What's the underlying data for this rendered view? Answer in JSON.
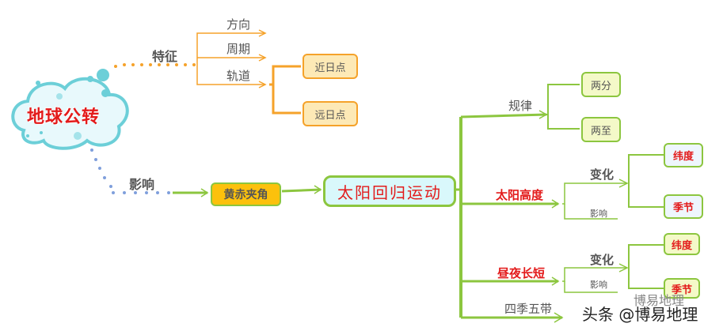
{
  "root": {
    "label": "地球公转"
  },
  "feature_branch": {
    "label": "特征",
    "children": [
      {
        "label": "方向"
      },
      {
        "label": "周期"
      },
      {
        "label": "轨道",
        "children": [
          {
            "label": "近日点"
          },
          {
            "label": "远日点"
          }
        ]
      }
    ]
  },
  "influence_branch": {
    "label": "影响",
    "node": "黄赤夹角",
    "main_node": "太阳回归运动",
    "children": {
      "pattern": {
        "label": "规律",
        "children": [
          {
            "label": "两分"
          },
          {
            "label": "两至"
          }
        ]
      },
      "sun_altitude": {
        "label": "太阳高度",
        "change": {
          "label": "变化",
          "children": [
            {
              "label": "纬度"
            },
            {
              "label": "季节"
            }
          ]
        },
        "influence": {
          "label": "影响"
        }
      },
      "day_night": {
        "label": "昼夜长短",
        "change": {
          "label": "变化",
          "children": [
            {
              "label": "纬度"
            },
            {
              "label": "季节"
            }
          ]
        },
        "influence": {
          "label": "影响"
        }
      },
      "seasons_zones": {
        "label": "四季五带"
      }
    }
  },
  "watermark": {
    "line1": "博易地理",
    "line2": "头条 @博易地理"
  },
  "colors": {
    "orange": "#f5a22a",
    "green": "#8cc63f",
    "red": "#e31b1b",
    "cloud": "#6ccfd8",
    "dots_blue": "#7f9fdc"
  }
}
